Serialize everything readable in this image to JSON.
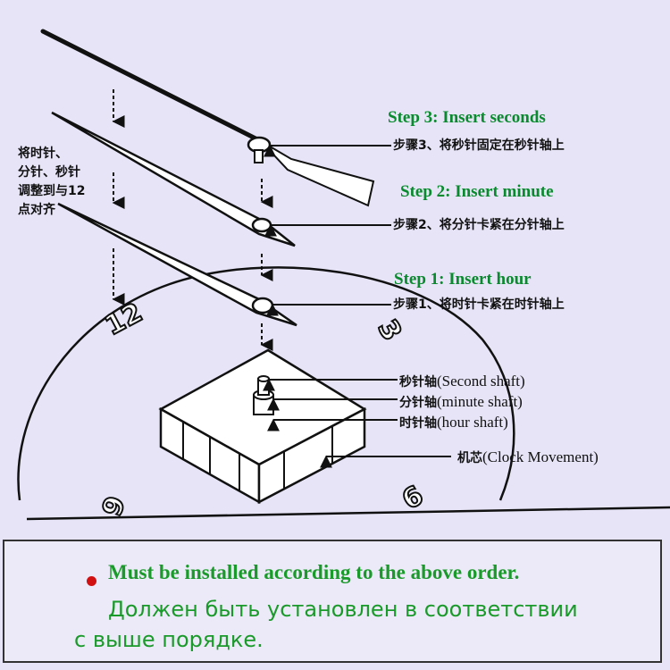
{
  "colors": {
    "background": "#e6e4f6",
    "step_text": "#0a8a2e",
    "notice_text": "#1a9a2a",
    "notice_dot": "#d11111",
    "line": "#111111"
  },
  "steps": [
    {
      "en": "Step 3: Insert seconds",
      "cn": "步骤3、将秒针固定在秒针轴上"
    },
    {
      "en": "Step 2: Insert minute",
      "cn": "步骤2、将分针卡紧在分针轴上"
    },
    {
      "en": "Step 1: Insert hour",
      "cn": "步骤1、将时针卡紧在时针轴上"
    }
  ],
  "side_note": [
    "将时针、",
    "分针、秒针",
    "调整到与12",
    "点对齐"
  ],
  "parts": [
    {
      "cn": "秒针轴",
      "en": "(Second shaft)"
    },
    {
      "cn": "分针轴",
      "en": "(minute shaft)"
    },
    {
      "cn": "时针轴",
      "en": "(hour shaft)"
    },
    {
      "cn": "机芯",
      "en": "(Clock Movement)"
    }
  ],
  "dial_numbers": [
    "12",
    "3",
    "9",
    "6"
  ],
  "notice": {
    "english": "Must be installed according to the above order.",
    "russian_line1": "Должен быть установлен в соответствии",
    "russian_line2": "с выше порядке."
  }
}
